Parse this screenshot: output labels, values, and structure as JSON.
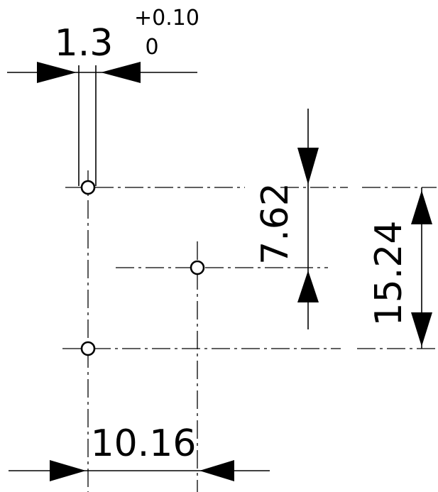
{
  "drawing": {
    "pin_width": {
      "value": "1.3",
      "tolerance_upper": "+0.10",
      "tolerance_lower": "0"
    },
    "vertical_offset": {
      "value": "7.62"
    },
    "pin_pitch": {
      "value": "15.24"
    },
    "horizontal_offset": {
      "value": "10.16"
    }
  }
}
